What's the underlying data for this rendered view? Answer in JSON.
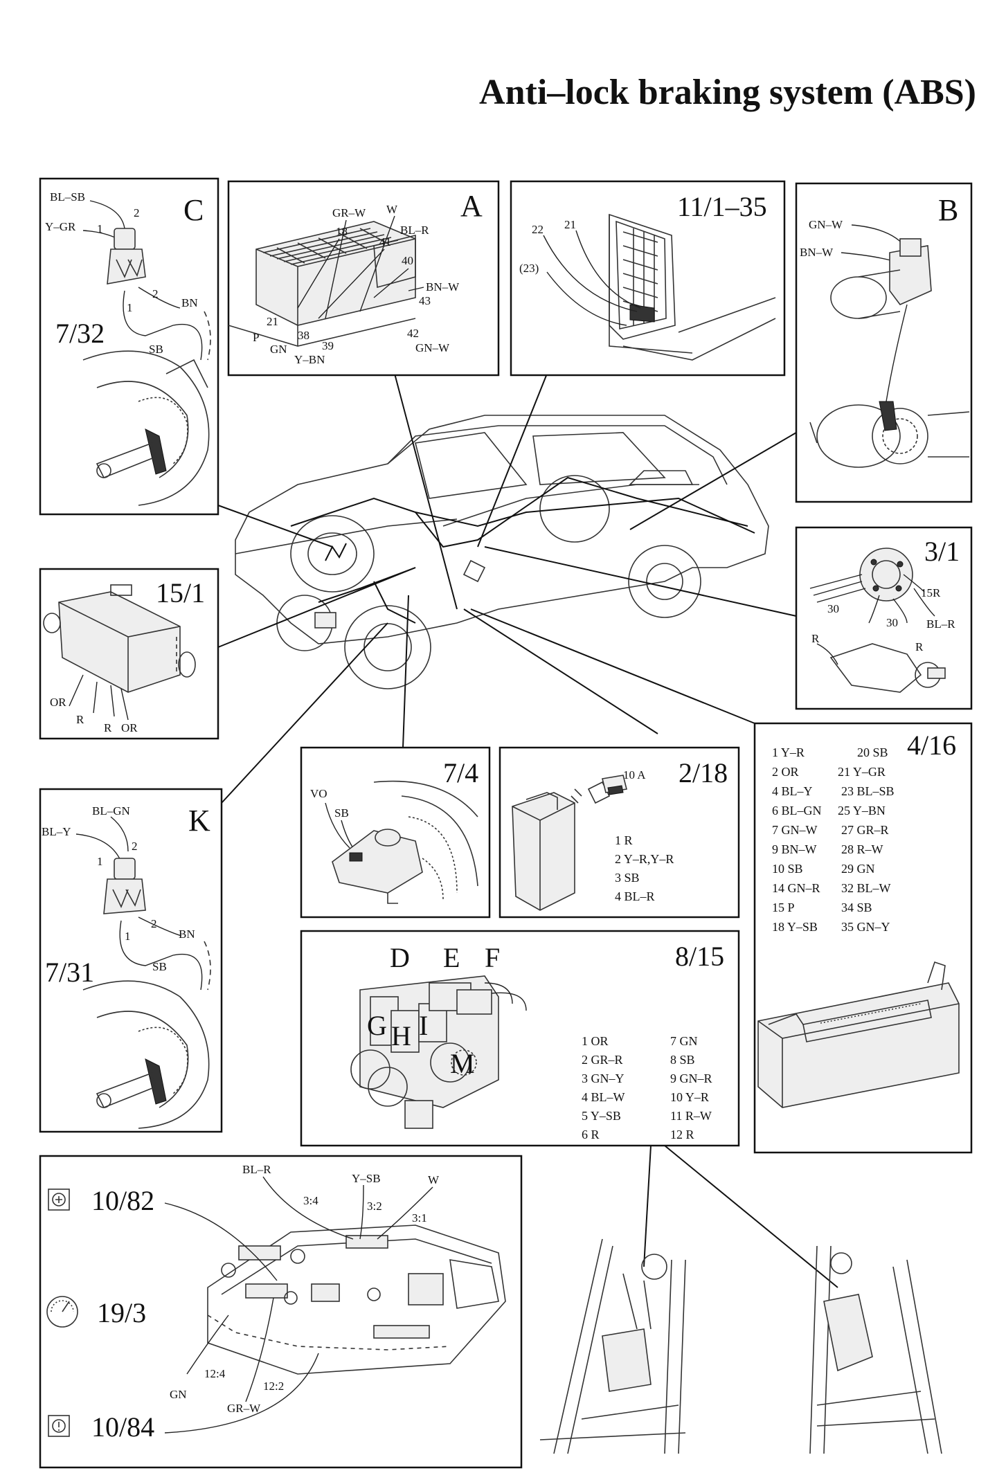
{
  "title": "Anti–lock braking system (ABS)",
  "panels": {
    "C": {
      "letter": "C",
      "ref": "7/32",
      "wire_labels": [
        "BL–SB",
        "Y–GR",
        "2",
        "1",
        "2",
        "1",
        "BN",
        "SB"
      ]
    },
    "A": {
      "letter": "A",
      "wire_labels": [
        "GR–W",
        "W",
        "18",
        "41",
        "BL–R",
        "40",
        "BN–W",
        "43",
        "21",
        "P",
        "38",
        "GN",
        "39",
        "Y–BN",
        "42",
        "GN–W"
      ]
    },
    "F11": {
      "ref": "11/1–35",
      "wire_labels": [
        "22",
        "21",
        "(23)"
      ]
    },
    "B": {
      "letter": "B",
      "wire_labels": [
        "GN–W",
        "BN–W"
      ]
    },
    "F15": {
      "ref": "15/1",
      "wire_labels": [
        "OR",
        "R",
        "R",
        "OR"
      ]
    },
    "F3": {
      "ref": "3/1",
      "wire_labels": [
        "15R",
        "30",
        "30",
        "BL–R",
        "R",
        "R"
      ]
    },
    "F4": {
      "ref": "4/16",
      "legend_left": [
        "1 Y–R",
        "2 OR",
        "4 BL–Y",
        "6 BL–GN",
        "7 GN–W",
        "9 BN–W",
        "10 SB",
        "14 GN–R",
        "15 P",
        "18 Y–SB"
      ],
      "legend_right": [
        "20 SB",
        "21 Y–GR",
        "23 BL–SB",
        "25 Y–BN",
        "27 GR–R",
        "28 R–W",
        "29 GN",
        "32 BL–W",
        "34 SB",
        "35 GN–Y"
      ]
    },
    "K": {
      "letter": "K",
      "ref": "7/31",
      "wire_labels": [
        "BL–GN",
        "BL–Y",
        "2",
        "1",
        "2",
        "1",
        "BN",
        "SB"
      ]
    },
    "F7": {
      "ref": "7/4",
      "wire_labels": [
        "VO",
        "SB"
      ]
    },
    "F2": {
      "ref": "2/18",
      "fuse": "10 A",
      "legend": [
        "1 R",
        "2 Y–R,Y–R",
        "3 SB",
        "4 BL–R"
      ]
    },
    "F8": {
      "ref": "8/15",
      "component_letters": [
        "D",
        "E",
        "F",
        "G",
        "H",
        "I",
        "M"
      ],
      "legend_left": [
        "1 OR",
        "2 GR–R",
        "3 GN–Y",
        "4 BL–W",
        "5 Y–SB",
        "6 R"
      ],
      "legend_right": [
        "7 GN",
        "8 SB",
        "9 GN–R",
        "10 Y–R",
        "11 R–W",
        "12 R"
      ]
    },
    "F10": {
      "refs": [
        "10/82",
        "19/3",
        "10/84"
      ],
      "wire_labels": [
        "BL–R",
        "Y–SB",
        "W",
        "3:4",
        "3:2",
        "3:1",
        "12:4",
        "12:2",
        "GN",
        "GR–W"
      ]
    }
  }
}
